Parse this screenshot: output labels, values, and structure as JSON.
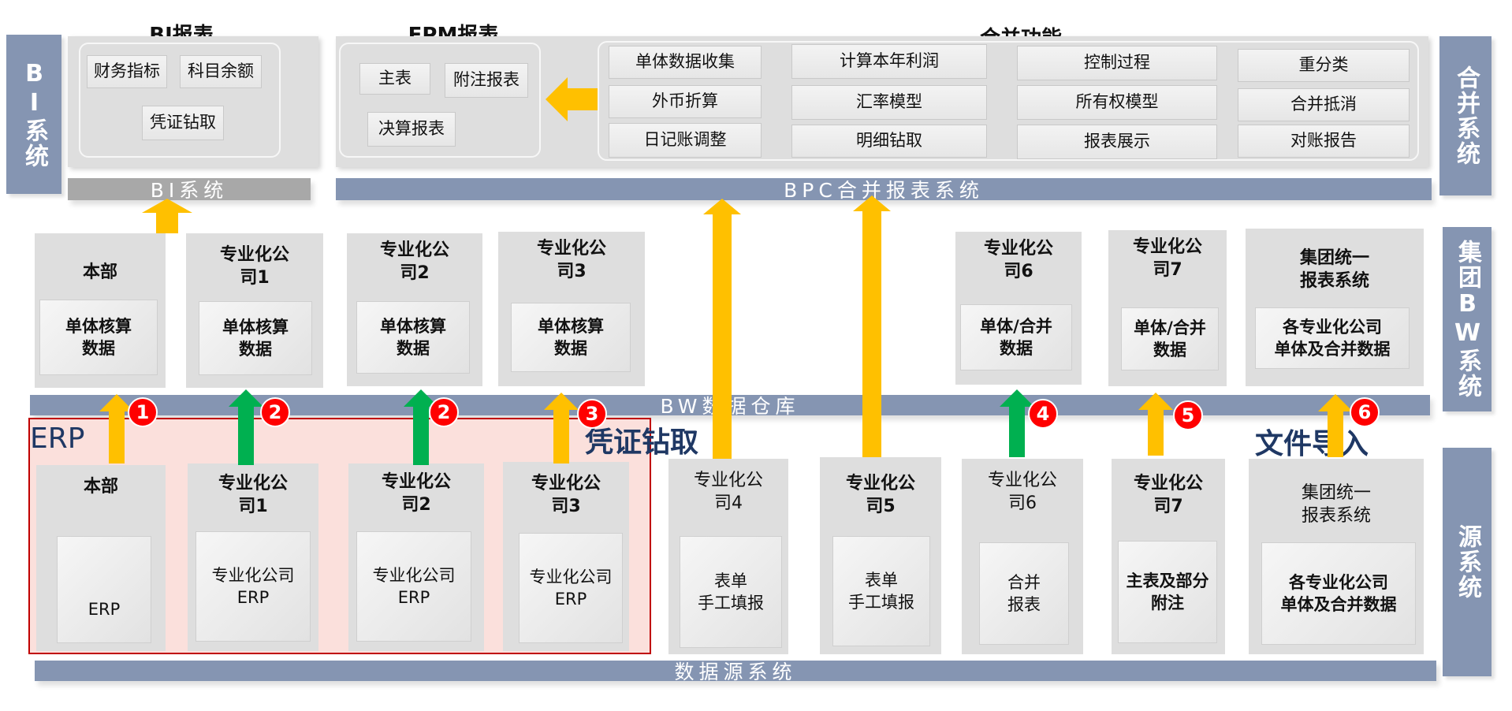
{
  "sidebars": {
    "bi": "BI系统",
    "consolidation": "合并系统",
    "bw": "集团BW系统",
    "source": "源系统"
  },
  "bi_report": {
    "title": "BI报表",
    "items": [
      "财务指标",
      "科目余额",
      "凭证钻取"
    ]
  },
  "epm_report": {
    "title": "EPM报表",
    "items": [
      "主表",
      "附注报表",
      "决算报表"
    ]
  },
  "consolidation_functions": {
    "title": "合并功能",
    "items": [
      "单体数据收集",
      "计算本年利润",
      "控制过程",
      "重分类",
      "外币折算",
      "汇率模型",
      "所有权模型",
      "合并抵消",
      "日记账调整",
      "明细钻取",
      "报表展示",
      "对账报告"
    ]
  },
  "bars": {
    "bi_system": "BI系统",
    "bpc_system": "BPC合并报表系统",
    "bw_warehouse": "BW数据仓库",
    "data_source": "数据源系统"
  },
  "bw_layer": [
    {
      "title": "本部",
      "inner": "单体核算\n数据"
    },
    {
      "title": "专业化公\n司1",
      "inner": "单体核算\n数据"
    },
    {
      "title": "专业化公\n司2",
      "inner": "单体核算\n数据"
    },
    {
      "title": "专业化公\n司3",
      "inner": "单体核算\n数据"
    },
    {
      "title": "专业化公\n司6",
      "inner": "单体/合并\n数据"
    },
    {
      "title": "专业化公\n司7",
      "inner": "单体/合并\n数据"
    },
    {
      "title": "集团统一\n报表系统",
      "inner": "各专业化公司\n单体及合并数据"
    }
  ],
  "source_layer": [
    {
      "title": "本部",
      "inner": "ERP"
    },
    {
      "title": "专业化公\n司1",
      "inner": "专业化公司\nERP"
    },
    {
      "title": "专业化公\n司2",
      "inner": "专业化公司\nERP"
    },
    {
      "title": "专业化公\n司3",
      "inner": "专业化公司\nERP"
    },
    {
      "title": "专业化公\n司4",
      "inner": "表单\n手工填报"
    },
    {
      "title": "专业化公\n司5",
      "inner": "表单\n手工填报"
    },
    {
      "title": "专业化公\n司6",
      "inner": "合并\n报表"
    },
    {
      "title": "专业化公\n司7",
      "inner": "主表及部分\n附注"
    },
    {
      "title": "集团统一\n报表系统",
      "inner": "各专业化公司\n单体及合并数据"
    }
  ],
  "labels": {
    "erp": "ERP",
    "voucher_drill": "凭证钻取",
    "file_import": "文件导入"
  },
  "badges": [
    "1",
    "2",
    "2",
    "3",
    "4",
    "5",
    "6"
  ],
  "colors": {
    "bar_blue": "#8595b2",
    "arrow_yellow": "#ffc000",
    "arrow_green": "#00b050",
    "badge_red": "#ff0000",
    "erp_highlight": "#fbe0dc",
    "erp_border": "#c00000",
    "label_navy": "#1f3864"
  }
}
